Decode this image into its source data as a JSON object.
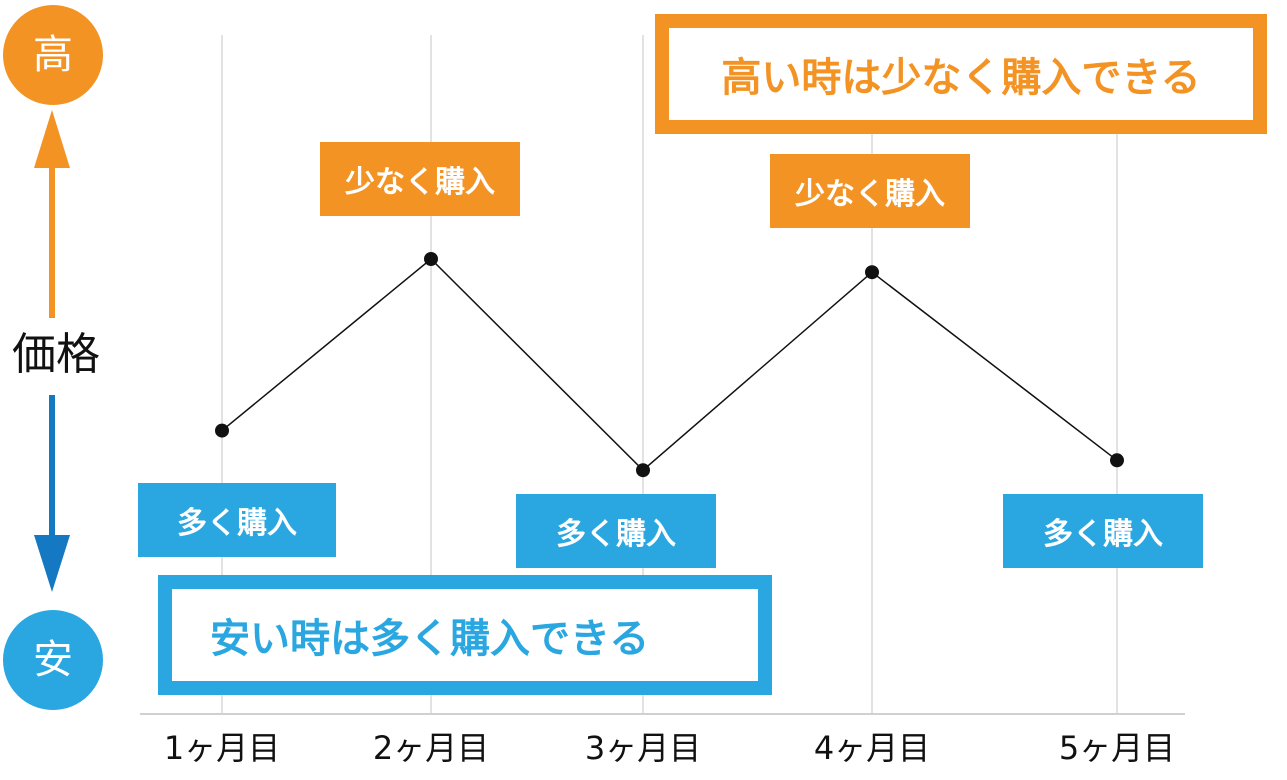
{
  "chart_data": {
    "type": "line",
    "categories": [
      "1ヶ月目",
      "2ヶ月目",
      "3ヶ月目",
      "4ヶ月目",
      "5ヶ月目"
    ],
    "values": [
      38,
      90,
      26,
      86,
      29
    ],
    "ylim": [
      0,
      100
    ],
    "ylabel": "価格",
    "y_high_label": "高",
    "y_low_label": "安",
    "grid": "vertical",
    "annotations": {
      "buy_less": "少なく購入",
      "buy_more": "多く購入",
      "high_callout": "高い時は少なく購入できる",
      "low_callout": "安い時は多く購入できる"
    },
    "colors": {
      "high": "#f39324",
      "low": "#2aa6e0",
      "line": "#111111",
      "grid": "#d9d9d9"
    }
  }
}
